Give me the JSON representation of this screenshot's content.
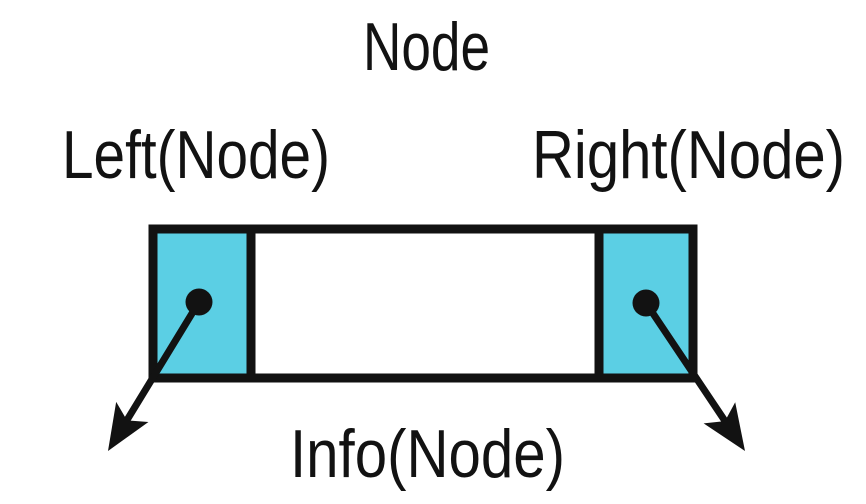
{
  "diagram": {
    "title": "Node",
    "labels": {
      "left_pointer": "Left(Node)",
      "right_pointer": "Right(Node)",
      "info_field": "Info(Node)"
    },
    "colors": {
      "pointer_cell_fill": "#5bcfe4",
      "info_cell_fill": "#ffffff",
      "ink": "#121212",
      "background": "#ffffff"
    }
  }
}
